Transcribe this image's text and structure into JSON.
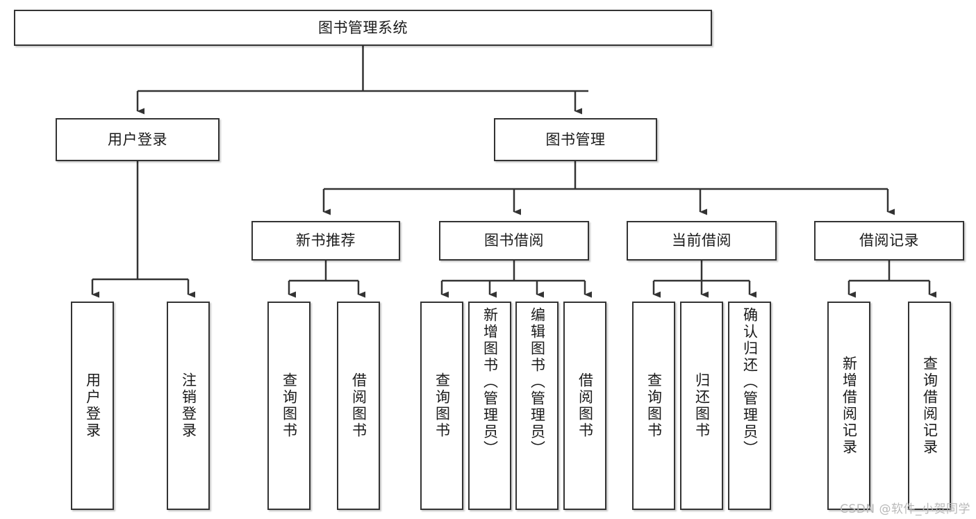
{
  "diagram": {
    "title": "图书管理系统",
    "type": "tree-hierarchy-chart",
    "orientation": "top-down",
    "colors": {
      "box_border": "#333333",
      "box_fill": "#ffffff",
      "edge": "#333333",
      "text": "#1a1a1a",
      "watermark": "#b9b9b9",
      "background": "#ffffff"
    },
    "root": {
      "label": "图书管理系统"
    },
    "level2": [
      {
        "label": "用户登录"
      },
      {
        "label": "图书管理"
      }
    ],
    "level3": [
      {
        "label": "新书推荐"
      },
      {
        "label": "图书借阅"
      },
      {
        "label": "当前借阅"
      },
      {
        "label": "借阅记录"
      }
    ],
    "leaves": {
      "user_login": [
        {
          "label": "用户登录"
        },
        {
          "label": "注销登录"
        }
      ],
      "new_book_recommend": [
        {
          "label": "查询图书"
        },
        {
          "label": "借阅图书"
        }
      ],
      "book_borrow": [
        {
          "label": "查询图书"
        },
        {
          "label": "新增图书（管理员）"
        },
        {
          "label": "编辑图书（管理员）"
        },
        {
          "label": "借阅图书"
        }
      ],
      "current_borrow": [
        {
          "label": "查询图书"
        },
        {
          "label": "归还图书"
        },
        {
          "label": "确认归还（管理员）"
        }
      ],
      "borrow_record": [
        {
          "label": "新增借阅记录"
        },
        {
          "label": "查询借阅记录"
        }
      ]
    },
    "watermark": "CSDN @软件_小贺同学"
  }
}
